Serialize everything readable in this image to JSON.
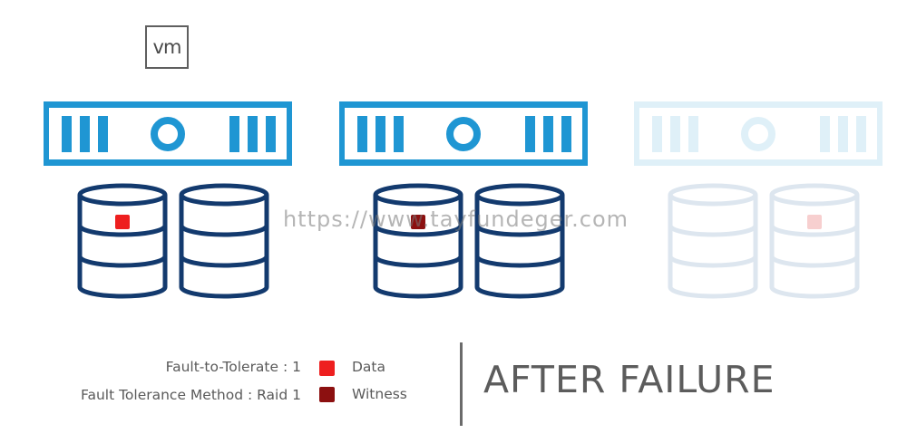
{
  "vm_label": "vm",
  "watermark": "https://www.tayfundeger.com",
  "colors": {
    "host_active": "#1f96d3",
    "host_failed": "#dff0f8",
    "disk_active": "#133a6e",
    "disk_failed": "#dde6ef",
    "data": "#ee1f1f",
    "witness": "#8c1010",
    "data_failed": "#f7cfcf"
  },
  "hosts": [
    {
      "state": "active",
      "components": [
        "data",
        "none"
      ]
    },
    {
      "state": "active",
      "components": [
        "witness",
        "none"
      ]
    },
    {
      "state": "failed",
      "components": [
        "none",
        "data"
      ]
    }
  ],
  "legend": {
    "ftt_label": "Fault-to-Tolerate : 1",
    "ftm_label": "Fault Tolerance Method : Raid 1",
    "items": [
      {
        "key": "data",
        "label": "Data"
      },
      {
        "key": "witness",
        "label": "Witness"
      }
    ]
  },
  "status_text": "AFTER FAILURE"
}
